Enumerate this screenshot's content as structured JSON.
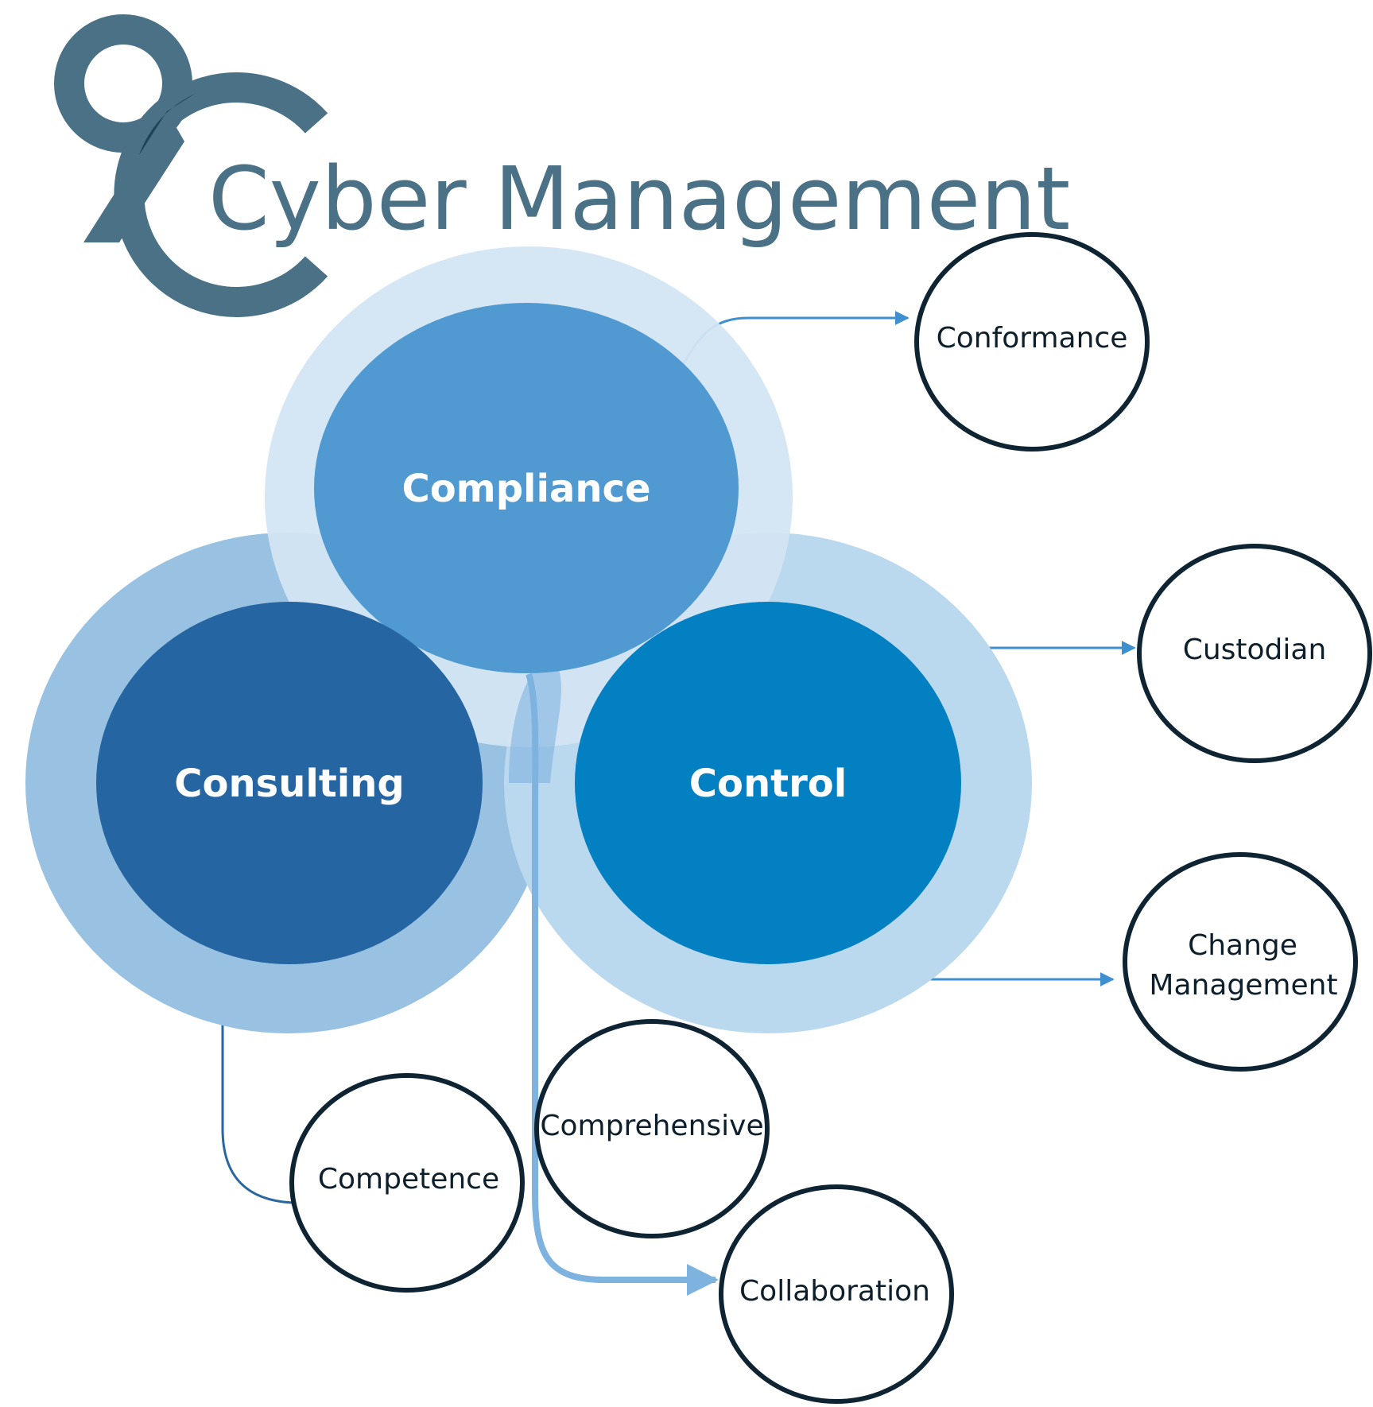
{
  "logo": {
    "wordmark": "Cyber Management",
    "mark": "9C monogram",
    "color": "#4a7186",
    "overlap_color": "#163a52"
  },
  "hubs": [
    {
      "id": "compliance",
      "label": "Compliance",
      "color": "#5099d1",
      "halo_color": "#d3e5f3"
    },
    {
      "id": "consulting",
      "label": "Consulting",
      "color": "#2565a1",
      "halo_color": "#98c1e2"
    },
    {
      "id": "control",
      "label": "Control",
      "color": "#0280c2",
      "halo_color": "#bad8ee"
    }
  ],
  "nodes": [
    {
      "id": "conformance",
      "label": "Conformance",
      "connected_to": "compliance"
    },
    {
      "id": "custodian",
      "label": "Custodian",
      "connected_to": "control"
    },
    {
      "id": "change-management",
      "label": [
        "Change",
        "Management"
      ],
      "connected_to": "control"
    },
    {
      "id": "competence",
      "label": "Competence",
      "connected_to": "consulting"
    },
    {
      "id": "comprehensive",
      "label": "Comprehensive",
      "connected_to": null
    },
    {
      "id": "collaboration",
      "label": "Collaboration",
      "connected_to": "compliance"
    }
  ],
  "colors": {
    "node_stroke": "#0e2433",
    "connector": "#3d8fcf",
    "connector_light": "#7fb3df",
    "connector_dark": "#2a66a0"
  }
}
